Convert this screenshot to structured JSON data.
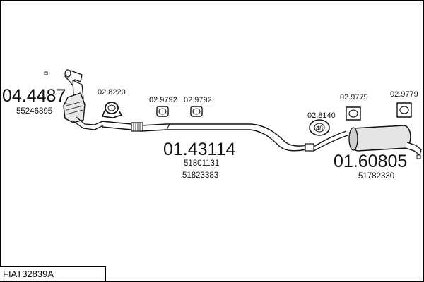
{
  "title_code": "FIAT32839A",
  "parts": {
    "catalyst": {
      "code": "04.4487",
      "ref": "55246895"
    },
    "clamp": {
      "code": "02.8220"
    },
    "hanger_a": {
      "code": "02.9792"
    },
    "hanger_b": {
      "code": "02.9792"
    },
    "middle_pipe": {
      "code": "01.43114",
      "refs": [
        "51801131",
        "51823383"
      ]
    },
    "ring": {
      "code": "02.8140",
      "inner": "48"
    },
    "rear_hanger_a": {
      "code": "02.9779"
    },
    "rear_hanger_b": {
      "code": "02.9779"
    },
    "rear_silencer": {
      "code": "01.60805",
      "ref": "51782330"
    }
  }
}
